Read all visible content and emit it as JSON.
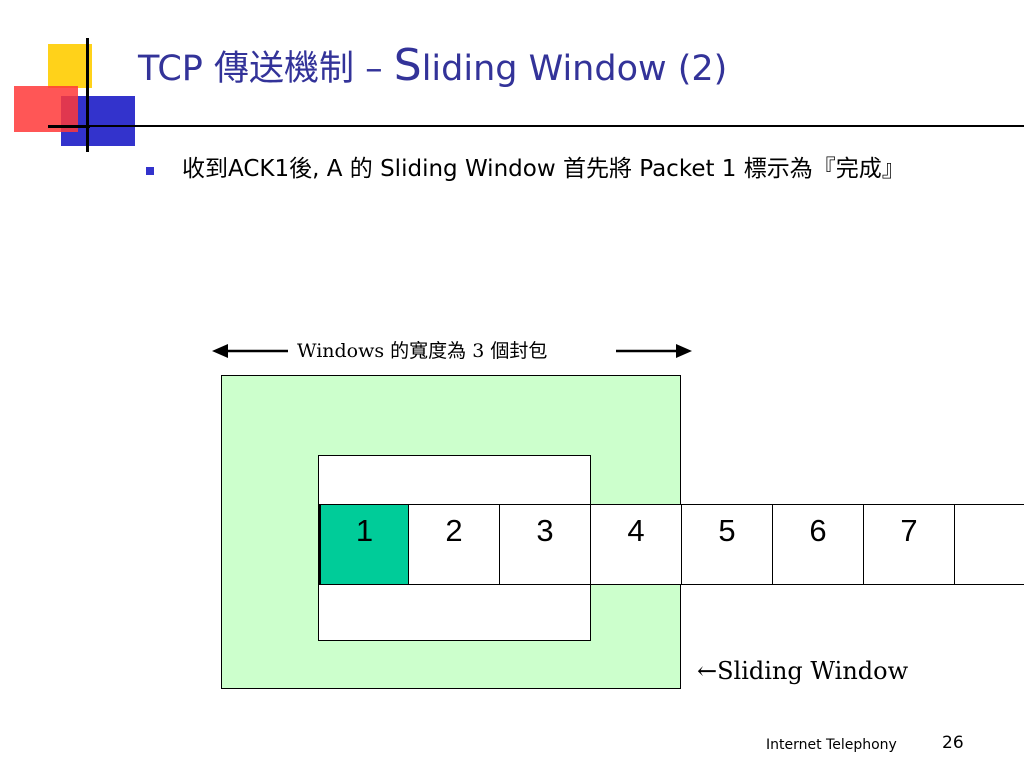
{
  "slide": {
    "title_prefix": "TCP 傳送機制 – ",
    "title_big_letter": "S",
    "title_suffix": "liding Window (2)",
    "bullet": "收到ACK1後, A 的 Sliding Window 首先將 Packet 1 標示為『完成』"
  },
  "diagram": {
    "window_width_label": "Windows 的寬度為 3 個封包",
    "packets": [
      {
        "label": "1",
        "status": "done"
      },
      {
        "label": "2",
        "status": "pending"
      },
      {
        "label": "3",
        "status": "pending"
      },
      {
        "label": "4",
        "status": "pending"
      },
      {
        "label": "5",
        "status": "pending"
      },
      {
        "label": "6",
        "status": "pending"
      },
      {
        "label": "7",
        "status": "pending"
      },
      {
        "label": "",
        "status": "pending"
      }
    ],
    "sliding_window_label": "←Sliding Window",
    "colors": {
      "done": "#00cc99",
      "window_area": "#ccffcc",
      "title": "#333399"
    }
  },
  "footer": {
    "label": "Internet Telephony",
    "page_number": "26"
  }
}
